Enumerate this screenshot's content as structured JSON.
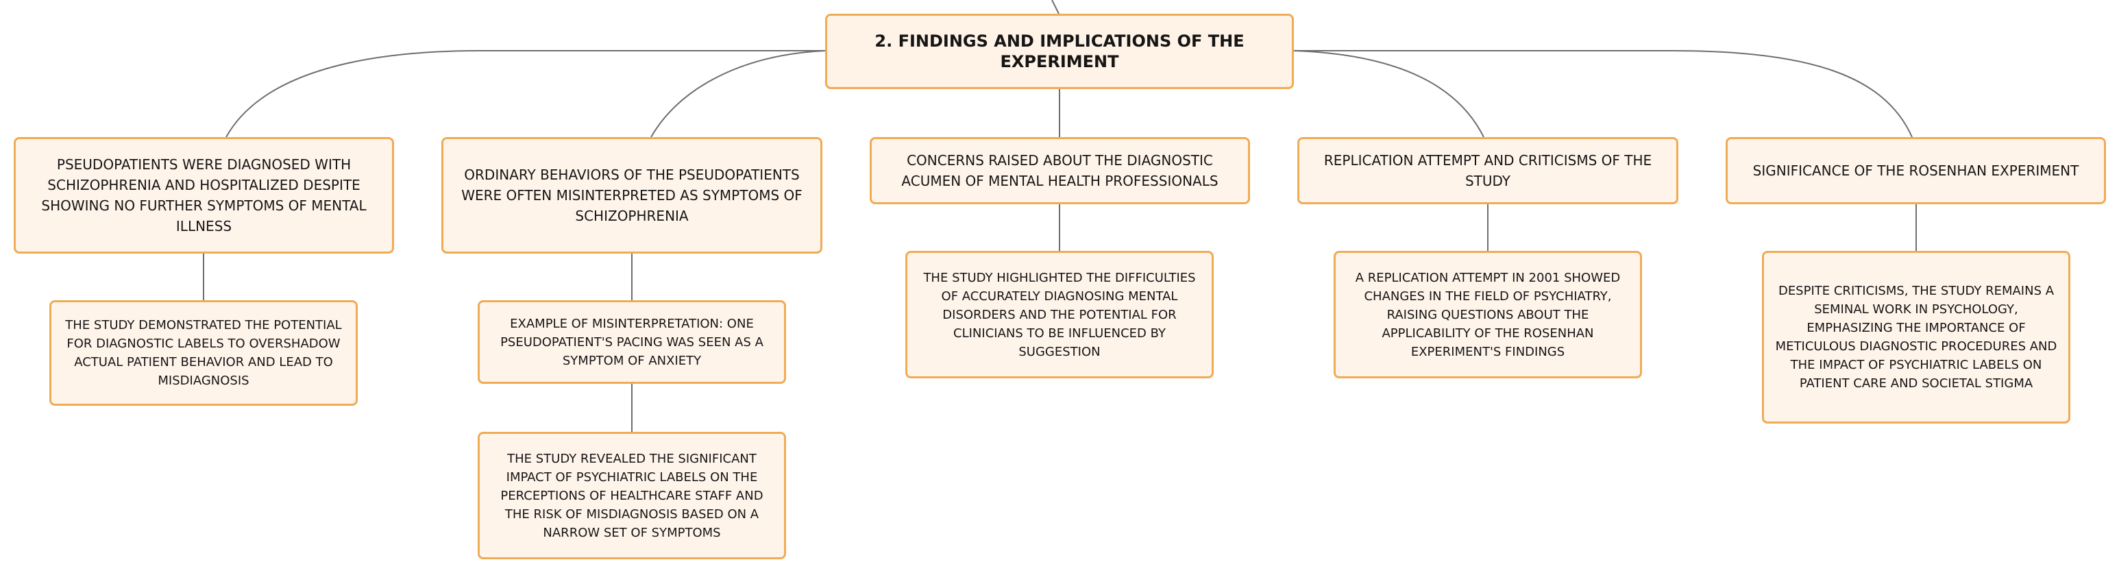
{
  "diagram": {
    "root": {
      "title": "2. FINDINGS AND IMPLICATIONS OF THE EXPERIMENT"
    },
    "branches": [
      {
        "label": "PSEUDOPATIENTS WERE DIAGNOSED WITH SCHIZOPHRENIA AND HOSPITALIZED DESPITE SHOWING NO FURTHER SYMPTOMS OF MENTAL ILLNESS",
        "children": [
          "THE STUDY DEMONSTRATED THE POTENTIAL FOR DIAGNOSTIC LABELS TO OVERSHADOW ACTUAL PATIENT BEHAVIOR AND LEAD TO MISDIAGNOSIS"
        ]
      },
      {
        "label": "ORDINARY BEHAVIORS OF THE PSEUDOPATIENTS WERE OFTEN MISINTERPRETED AS SYMPTOMS OF SCHIZOPHRENIA",
        "children": [
          "EXAMPLE OF MISINTERPRETATION: ONE PSEUDOPATIENT'S PACING WAS SEEN AS A SYMPTOM OF ANXIETY",
          "THE STUDY REVEALED THE SIGNIFICANT IMPACT OF PSYCHIATRIC LABELS ON THE PERCEPTIONS OF HEALTHCARE STAFF AND THE RISK OF MISDIAGNOSIS BASED ON A NARROW SET OF SYMPTOMS"
        ]
      },
      {
        "label": "CONCERNS RAISED ABOUT THE DIAGNOSTIC ACUMEN OF MENTAL HEALTH PROFESSIONALS",
        "children": [
          "THE STUDY HIGHLIGHTED THE DIFFICULTIES OF ACCURATELY DIAGNOSING MENTAL DISORDERS AND THE POTENTIAL FOR CLINICIANS TO BE INFLUENCED BY SUGGESTION"
        ]
      },
      {
        "label": "REPLICATION ATTEMPT AND CRITICISMS OF THE STUDY",
        "children": [
          "A REPLICATION ATTEMPT IN 2001 SHOWED CHANGES IN THE FIELD OF PSYCHIATRY, RAISING QUESTIONS ABOUT THE APPLICABILITY OF THE ROSENHAN EXPERIMENT'S FINDINGS"
        ]
      },
      {
        "label": "SIGNIFICANCE OF THE ROSENHAN EXPERIMENT",
        "children": [
          "DESPITE CRITICISMS, THE STUDY REMAINS A SEMINAL WORK IN PSYCHOLOGY, EMPHASIZING THE IMPORTANCE OF METICULOUS DIAGNOSTIC PROCEDURES AND THE IMPACT OF PSYCHIATRIC LABELS ON PATIENT CARE AND SOCIETAL STIGMA"
        ]
      }
    ]
  },
  "colors": {
    "node_fill": "#fff4ea",
    "node_border": "#f0ab55",
    "connector": "#6e6e6e",
    "text": "#151515"
  }
}
